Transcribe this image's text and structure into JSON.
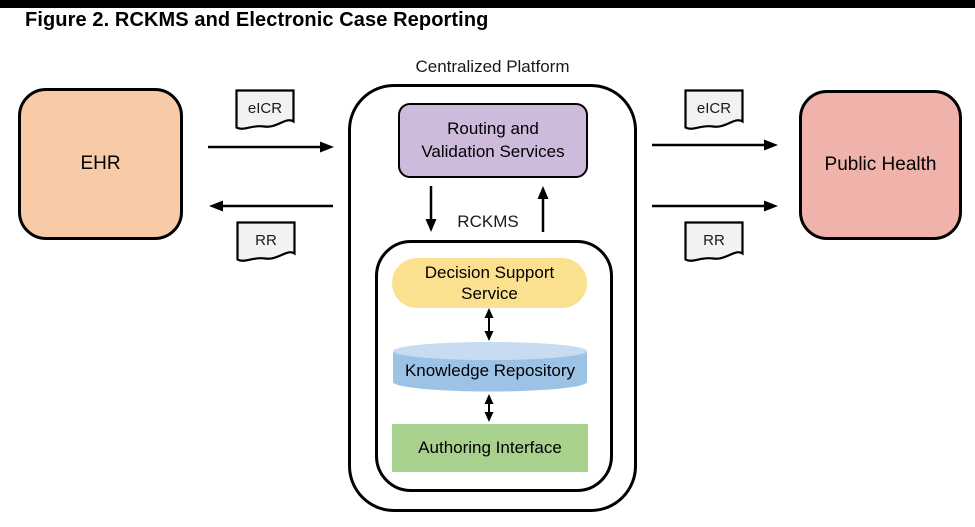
{
  "figure": {
    "title": "Figure 2. RCKMS and Electronic Case Reporting"
  },
  "diagram": {
    "ehr": {
      "label": "EHR"
    },
    "public_health": {
      "label": "Public Health"
    },
    "platform": {
      "label": "Centralized Platform"
    },
    "routing": {
      "lines": [
        "Routing and",
        "Validation Services"
      ]
    },
    "rckms": {
      "label": "RCKMS"
    },
    "decision_support": {
      "lines": [
        "Decision Support",
        "Service"
      ]
    },
    "knowledge_repository": {
      "label": "Knowledge Repository"
    },
    "authoring_interface": {
      "label": "Authoring Interface"
    },
    "docs": {
      "eicr_left": {
        "label": "eICR"
      },
      "rr_left": {
        "label": "RR"
      },
      "eicr_right": {
        "label": "eICR"
      },
      "rr_right": {
        "label": "RR"
      }
    },
    "colors": {
      "ehr_fill": "#F8CBA6",
      "public_health_fill": "#F0B3AC",
      "routing_fill": "#CEBBDB",
      "decision_support_fill": "#FBE18F",
      "knowledge_repository_body_fill": "#9CC3E6",
      "knowledge_repository_top_fill": "#C7DCF1",
      "authoring_fill": "#A9D18E",
      "document_fill": "#F2F2F2",
      "line_color": "#000000"
    }
  }
}
